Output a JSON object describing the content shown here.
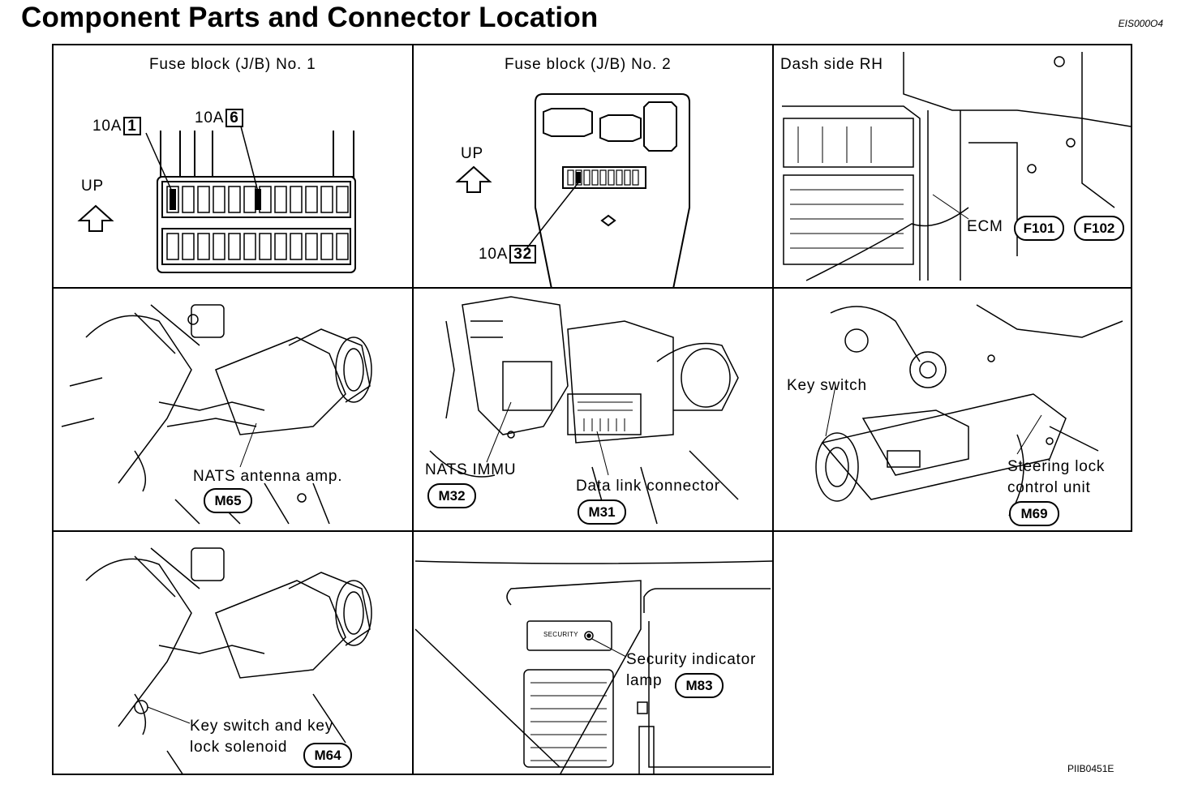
{
  "page": {
    "title": "Component Parts and Connector Location",
    "doc_code": "EIS000O4",
    "figure_code": "PIIB0451E"
  },
  "panels": {
    "fuse1": {
      "title": "Fuse block (J/B) No. 1",
      "up": "UP",
      "fuse_a_rating": "10A",
      "fuse_a_num": "1",
      "fuse_b_rating": "10A",
      "fuse_b_num": "6"
    },
    "fuse2": {
      "title": "Fuse block (J/B) No. 2",
      "up": "UP",
      "fuse_rating": "10A",
      "fuse_num": "32"
    },
    "dash": {
      "title": "Dash side RH",
      "ecm": "ECM",
      "conn_a": "F101",
      "conn_b": "F102"
    },
    "nats_amp": {
      "label": "NATS antenna amp.",
      "conn": "M65"
    },
    "nats_immu": {
      "label_a": "NATS IMMU",
      "conn_a": "M32",
      "label_b": "Data link connector",
      "conn_b": "M31"
    },
    "key_switch": {
      "label_a": "Key switch",
      "label_b1": "Steering lock",
      "label_b2": "control unit",
      "conn": "M69"
    },
    "key_solenoid": {
      "label1": "Key switch and key",
      "label2": "lock solenoid",
      "conn": "M64"
    },
    "security": {
      "badge": "SECURITY",
      "label1": "Security indicator",
      "label2": "lamp",
      "conn": "M83"
    }
  }
}
